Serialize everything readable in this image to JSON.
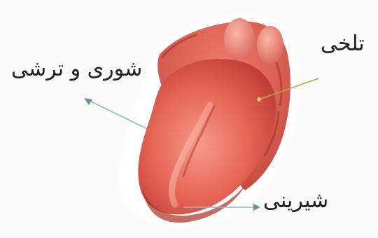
{
  "labels": {
    "salty_sour": "شوری و ترشی",
    "bitter": "تلخی",
    "sweet": "شیرینی"
  },
  "colors": {
    "tongue_base": "#e0584c",
    "tongue_light": "#f4877a",
    "tongue_dark": "#b4322e",
    "pointer_line": "#8fb5c8",
    "arrow_head": "#6b8fa3",
    "outline_glow": "#ffffff"
  }
}
